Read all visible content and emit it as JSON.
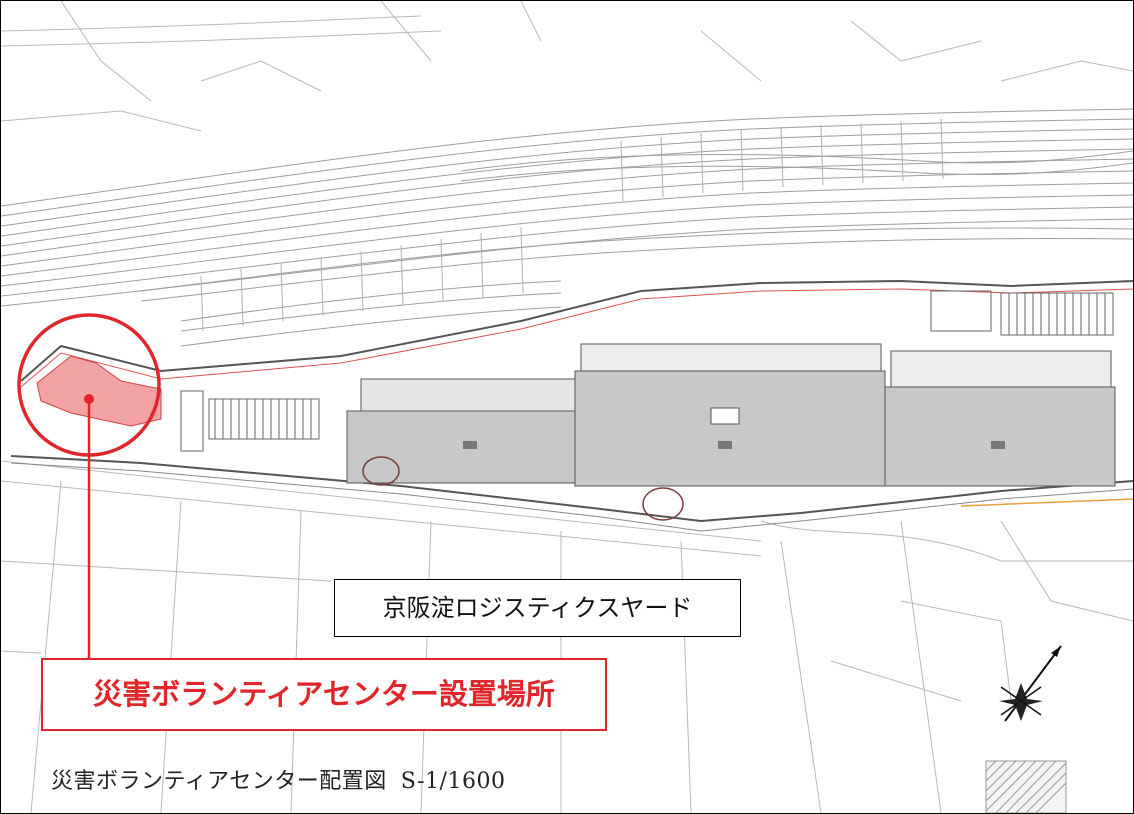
{
  "map": {
    "facility_label": "京阪淀ロジスティクスヤード",
    "site_label": "災害ボランティアセンター設置場所",
    "caption_title": "災害ボランティアセンター配置図",
    "caption_scale": "S-1/1600"
  },
  "colors": {
    "highlight": "#e0262a",
    "highlight_fill": "#f3a3a3",
    "building_fill": "#c8c8c8",
    "line": "#9a9a9a"
  },
  "icons": [
    "north-arrow-icon"
  ]
}
